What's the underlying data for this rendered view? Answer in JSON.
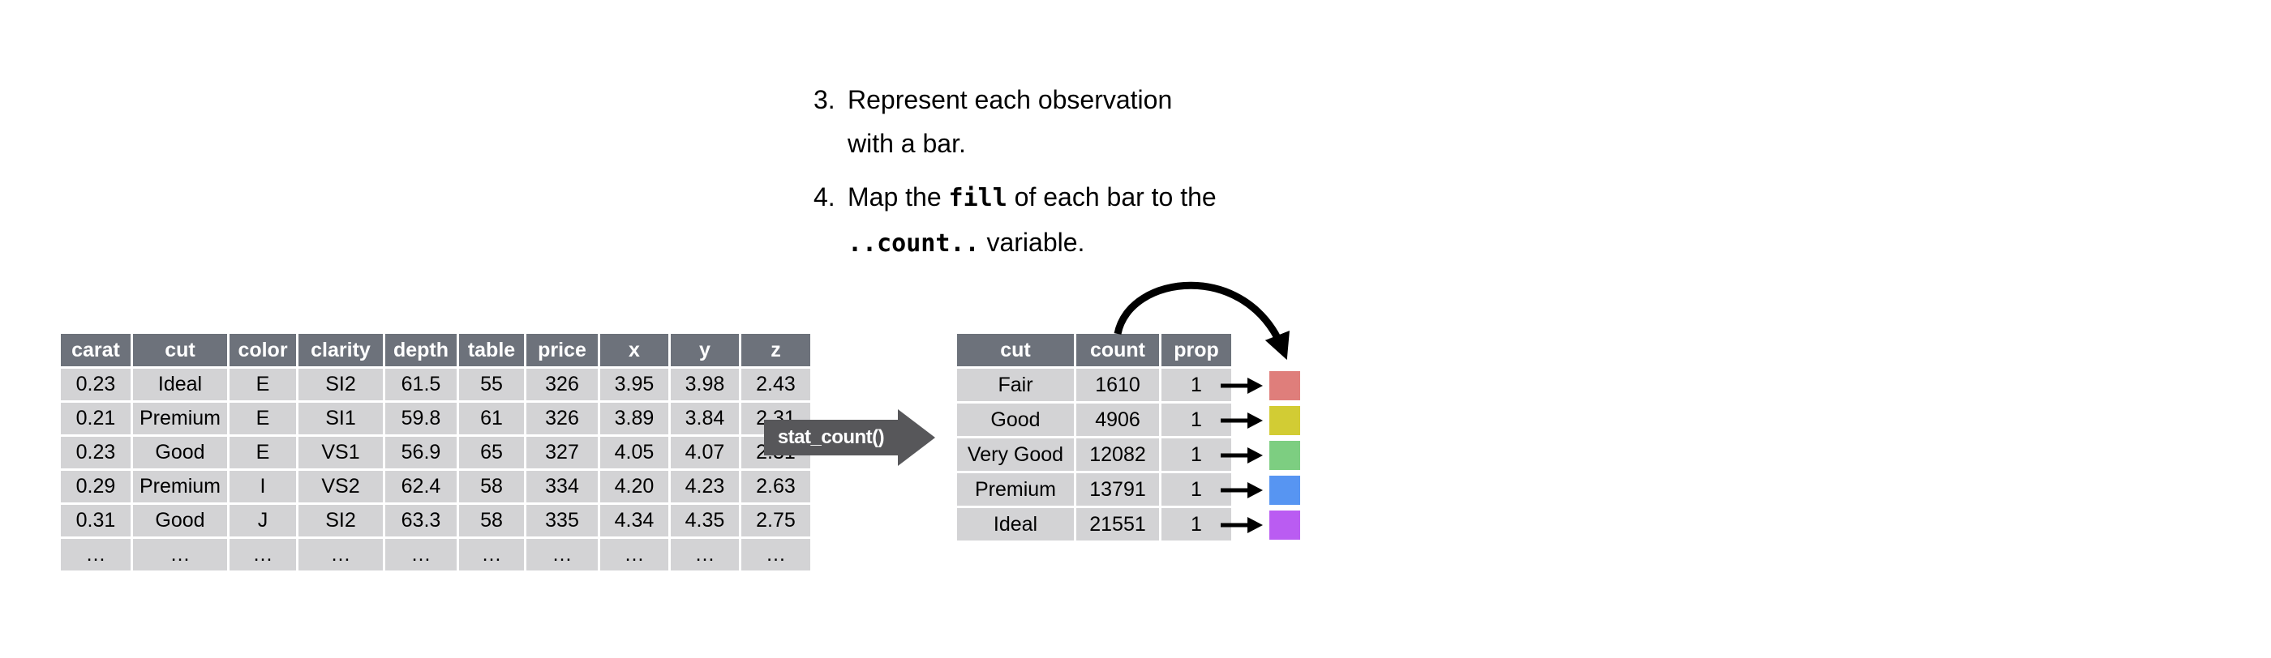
{
  "instructions": {
    "item3": {
      "number": "3.",
      "text": "Represent each observation with a bar."
    },
    "item4": {
      "number": "4.",
      "parts": {
        "p0": "Map the ",
        "code1": "fill",
        "p1": " of each bar to the ",
        "code2": "..count..",
        "p2": " variable."
      }
    }
  },
  "transform_label": "stat_count()",
  "left_table": {
    "columns": [
      "carat",
      "cut",
      "color",
      "clarity",
      "depth",
      "table",
      "price",
      "x",
      "y",
      "z"
    ],
    "rows": [
      [
        "0.23",
        "Ideal",
        "E",
        "SI2",
        "61.5",
        "55",
        "326",
        "3.95",
        "3.98",
        "2.43"
      ],
      [
        "0.21",
        "Premium",
        "E",
        "SI1",
        "59.8",
        "61",
        "326",
        "3.89",
        "3.84",
        "2.31"
      ],
      [
        "0.23",
        "Good",
        "E",
        "VS1",
        "56.9",
        "65",
        "327",
        "4.05",
        "4.07",
        "2.31"
      ],
      [
        "0.29",
        "Premium",
        "I",
        "VS2",
        "62.4",
        "58",
        "334",
        "4.20",
        "4.23",
        "2.63"
      ],
      [
        "0.31",
        "Good",
        "J",
        "SI2",
        "63.3",
        "58",
        "335",
        "4.34",
        "4.35",
        "2.75"
      ],
      [
        "…",
        "…",
        "…",
        "…",
        "…",
        "…",
        "…",
        "…",
        "…",
        "…"
      ]
    ]
  },
  "right_table": {
    "columns": [
      "cut",
      "count",
      "prop"
    ],
    "rows": [
      [
        "Fair",
        "1610",
        "1"
      ],
      [
        "Good",
        "4906",
        "1"
      ],
      [
        "Very Good",
        "12082",
        "1"
      ],
      [
        "Premium",
        "13791",
        "1"
      ],
      [
        "Ideal",
        "21551",
        "1"
      ]
    ]
  },
  "fill_swatches": [
    {
      "cut": "Fair",
      "color": "#df7e7b"
    },
    {
      "cut": "Good",
      "color": "#d2cc34"
    },
    {
      "cut": "Very Good",
      "color": "#7dce81"
    },
    {
      "cut": "Premium",
      "color": "#5795f2"
    },
    {
      "cut": "Ideal",
      "color": "#ba5cf2"
    }
  ],
  "colors": {
    "table_header_bg": "#6d727b",
    "table_row_bg": "#d3d3d5",
    "transform_arrow_bg": "#57575a",
    "arrow_black": "#000000"
  }
}
